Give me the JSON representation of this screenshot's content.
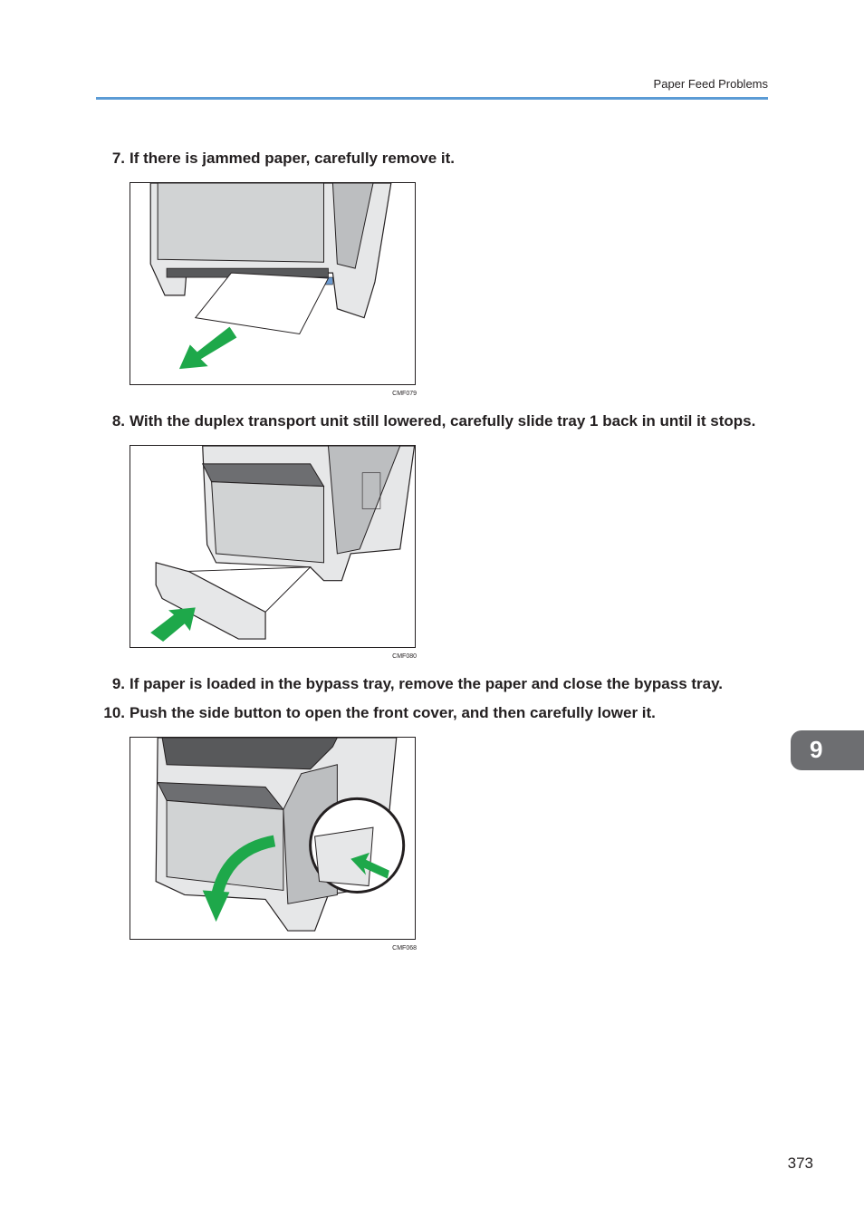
{
  "header": {
    "title": "Paper Feed Problems"
  },
  "steps": [
    {
      "num": "7.",
      "text": "If there is jammed paper, carefully remove it."
    },
    {
      "num": "8.",
      "text": "With the duplex transport unit still lowered, carefully slide tray 1 back in until it stops."
    },
    {
      "num": "9.",
      "text": "If paper is loaded in the bypass tray, remove the paper and close the bypass tray."
    },
    {
      "num": "10.",
      "text": "Push the side button to open the front cover, and then carefully lower it."
    }
  ],
  "figures": [
    {
      "code": "CMF079"
    },
    {
      "code": "CMF080"
    },
    {
      "code": "CMF068"
    }
  ],
  "chapter_tab": {
    "label": "9"
  },
  "page_number": "373",
  "colors": {
    "accent_rule": "#5b9bd5",
    "arrow_green": "#1ea84a",
    "tab_gray": "#6d6e71"
  }
}
